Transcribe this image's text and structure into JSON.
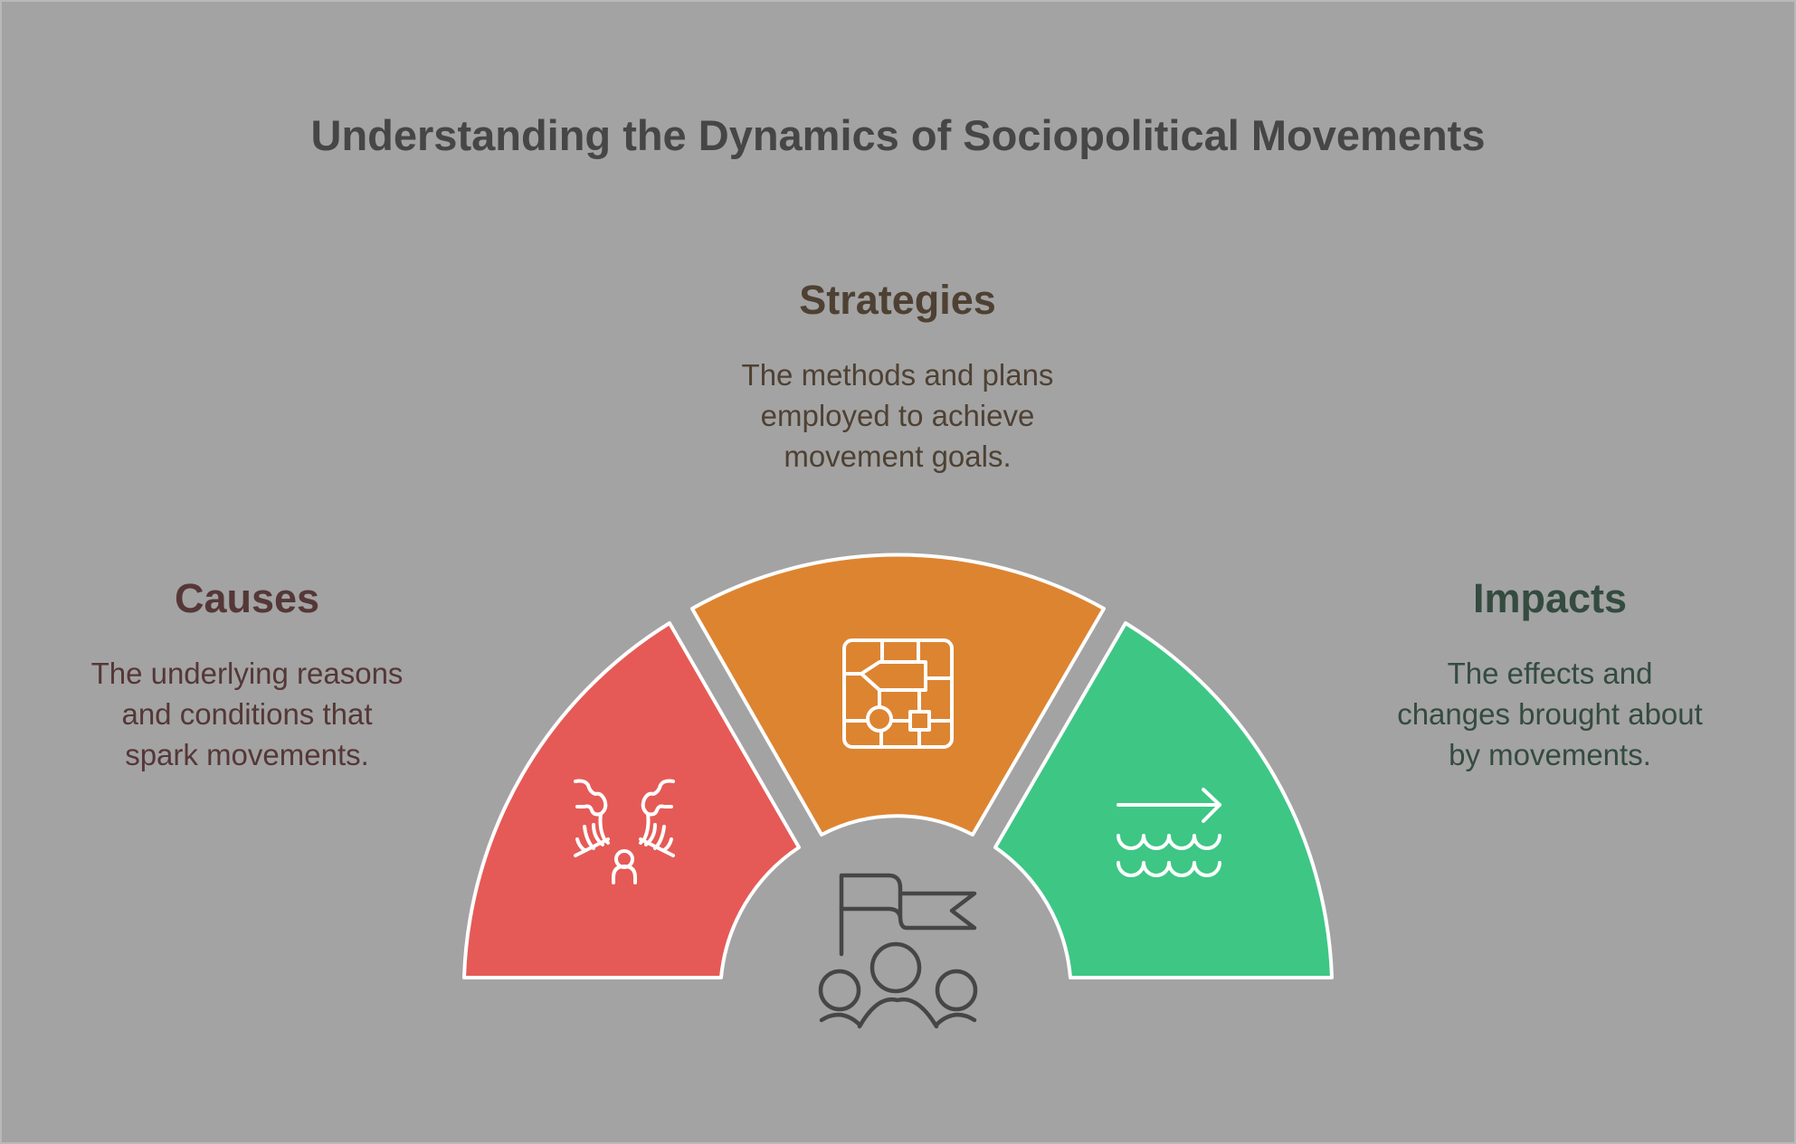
{
  "title": "Understanding the Dynamics of Sociopolitical Movements",
  "colors": {
    "background": "#a3a3a3",
    "title": "#464646",
    "causes": "#e55a56",
    "strategies": "#dd8431",
    "impacts": "#3ec685",
    "causes_text": "#553737",
    "strategies_text": "#4e4133",
    "impacts_text": "#344b40",
    "center_icon": "#464646"
  },
  "segments": [
    {
      "id": "causes",
      "heading": "Causes",
      "description_lines": [
        "The underlying reasons",
        "and conditions that",
        "spark movements."
      ],
      "icon": "tsunami-person-icon"
    },
    {
      "id": "strategies",
      "heading": "Strategies",
      "description_lines": [
        "The methods and plans",
        "employed to achieve",
        "movement goals."
      ],
      "icon": "circuit-chip-icon"
    },
    {
      "id": "impacts",
      "heading": "Impacts",
      "description_lines": [
        "The effects and",
        "changes brought about",
        "by movements."
      ],
      "icon": "arrow-waves-icon"
    }
  ],
  "center": {
    "icon": "flag-people-icon"
  }
}
